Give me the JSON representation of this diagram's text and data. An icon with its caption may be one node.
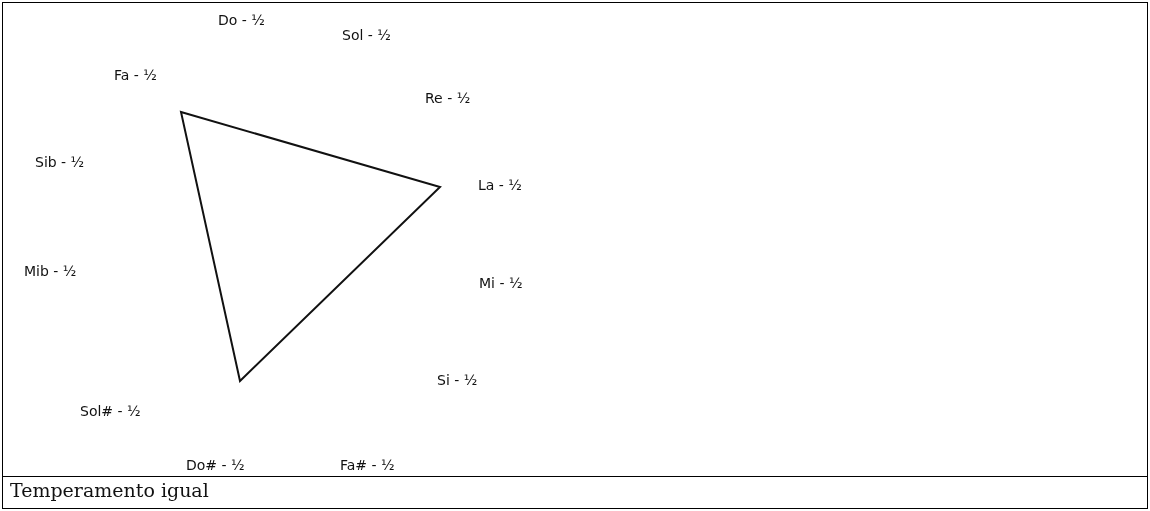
{
  "diagram": {
    "caption": "Temperamento igual",
    "labels": [
      "Do - ½",
      "Sol - ½",
      "Fa - ½",
      "Re - ½",
      "Sib - ½",
      "La - ½",
      "Mib - ½",
      "Mi - ½",
      "Si - ½",
      "Sol# - ½",
      "Do# - ½",
      "Fa# - ½"
    ]
  }
}
